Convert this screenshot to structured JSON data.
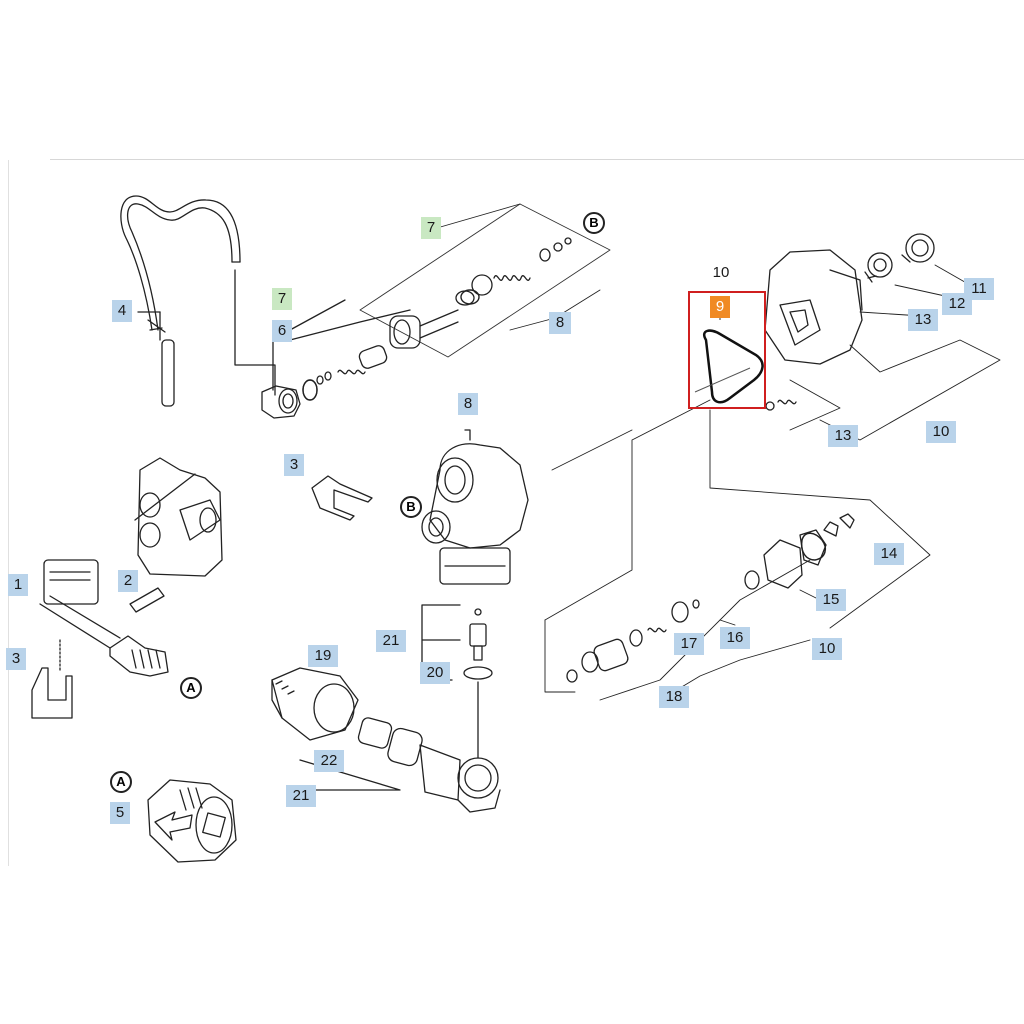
{
  "callouts": [
    {
      "id": "c1",
      "text": "1",
      "style": "blue"
    },
    {
      "id": "c2",
      "text": "2",
      "style": "blue"
    },
    {
      "id": "c3a",
      "text": "3",
      "style": "blue"
    },
    {
      "id": "c3b",
      "text": "3",
      "style": "blue"
    },
    {
      "id": "c4",
      "text": "4",
      "style": "blue"
    },
    {
      "id": "c5",
      "text": "5",
      "style": "blue"
    },
    {
      "id": "c6",
      "text": "6",
      "style": "blue"
    },
    {
      "id": "c7a",
      "text": "7",
      "style": "green"
    },
    {
      "id": "c7b",
      "text": "7",
      "style": "green"
    },
    {
      "id": "c8a",
      "text": "8",
      "style": "blue"
    },
    {
      "id": "c8b",
      "text": "8",
      "style": "blue"
    },
    {
      "id": "c9",
      "text": "9",
      "style": "orange"
    },
    {
      "id": "c10a",
      "text": "10",
      "style": "plain"
    },
    {
      "id": "c10b",
      "text": "10",
      "style": "blue"
    },
    {
      "id": "c10c",
      "text": "10",
      "style": "blue"
    },
    {
      "id": "c11",
      "text": "11",
      "style": "blue"
    },
    {
      "id": "c12",
      "text": "12",
      "style": "blue"
    },
    {
      "id": "c13a",
      "text": "13",
      "style": "blue"
    },
    {
      "id": "c13b",
      "text": "13",
      "style": "blue"
    },
    {
      "id": "c14",
      "text": "14",
      "style": "blue"
    },
    {
      "id": "c15",
      "text": "15",
      "style": "blue"
    },
    {
      "id": "c16",
      "text": "16",
      "style": "blue"
    },
    {
      "id": "c17",
      "text": "17",
      "style": "blue"
    },
    {
      "id": "c18",
      "text": "18",
      "style": "blue"
    },
    {
      "id": "c19",
      "text": "19",
      "style": "blue"
    },
    {
      "id": "c20",
      "text": "20",
      "style": "blue"
    },
    {
      "id": "c21a",
      "text": "21",
      "style": "blue"
    },
    {
      "id": "c21b",
      "text": "21",
      "style": "blue"
    },
    {
      "id": "c22",
      "text": "22",
      "style": "blue"
    }
  ],
  "connectors": {
    "a_label": "A",
    "b_label": "B"
  },
  "colors": {
    "callout_blue": "#b9d3ea",
    "callout_green": "#c9e8c2",
    "callout_orange": "#f08a24",
    "highlight_red": "#d01f1f",
    "line": "#222222"
  }
}
